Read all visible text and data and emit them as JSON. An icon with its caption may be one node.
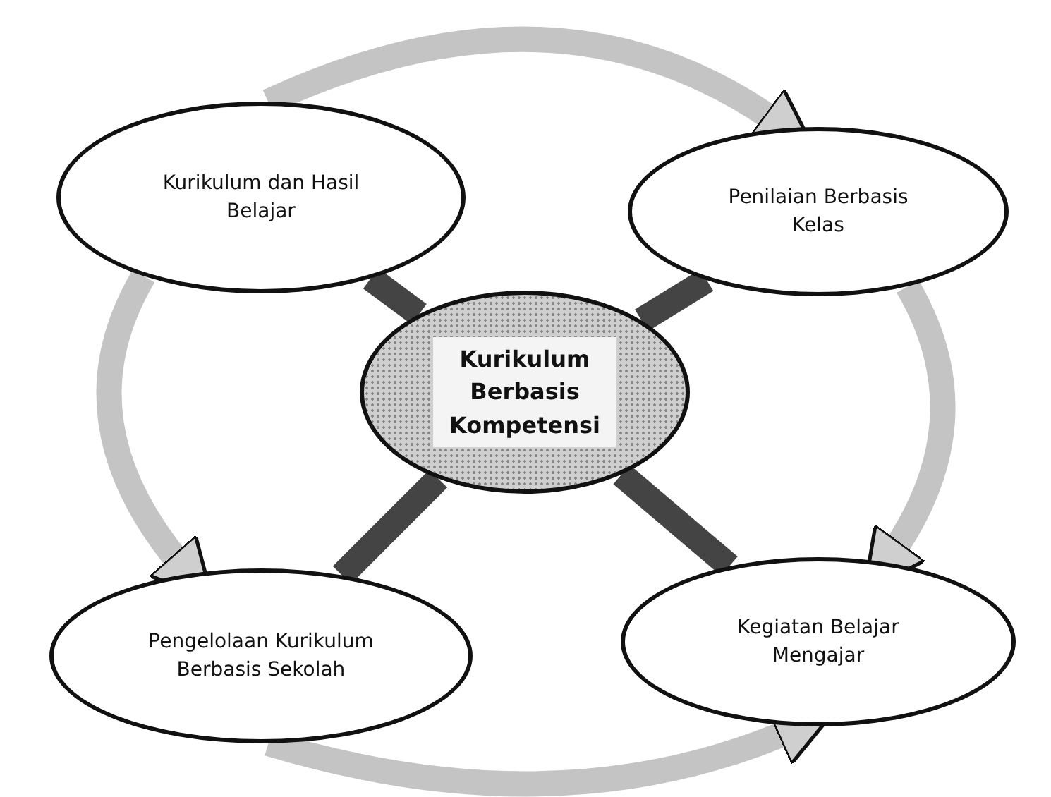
{
  "diagram": {
    "nodes": [
      {
        "text": [
          "Kurikulum dan Hasil Belajar"
        ]
      },
      {
        "text": [
          "Penilaian Berbasis Kelas"
        ]
      },
      {
        "text": [
          "Kurikulum Berbasis Kompetensi"
        ]
      },
      {
        "text": [
          "Pengelolaan Kurikulum Berbasis Sekolah"
        ]
      },
      {
        "text": [
          "Kegiatan Belajar Mengajar"
        ]
      }
    ],
    "edges": [
      {
        "from": 0,
        "to": 1,
        "arrow": "to"
      },
      {
        "from": 0,
        "to": 3,
        "arrow": "to"
      },
      {
        "from": 1,
        "to": 4,
        "arrow": "to"
      },
      {
        "from": 3,
        "to": 4,
        "arrow": "to"
      },
      {
        "from": 2,
        "to": 0,
        "arrow": "none",
        "color": "#444444"
      },
      {
        "from": 2,
        "to": 1,
        "arrow": "none",
        "color": "#444444"
      },
      {
        "from": 2,
        "to": 3,
        "arrow": "none",
        "color": "#444444"
      },
      {
        "from": 2,
        "to": 4,
        "arrow": "none",
        "color": "#444444"
      }
    ]
  }
}
